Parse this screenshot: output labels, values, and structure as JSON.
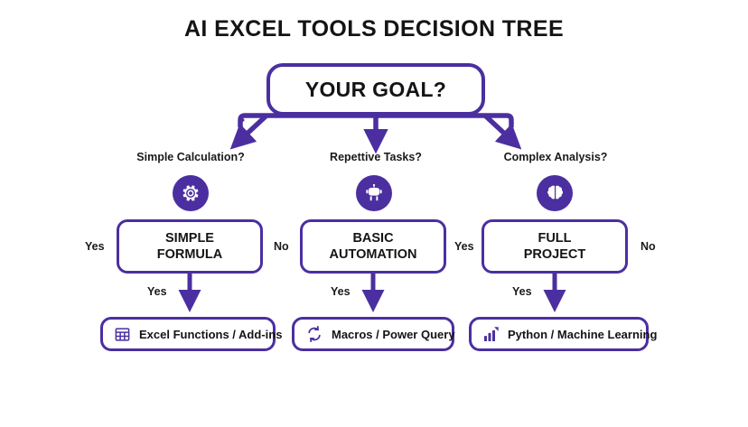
{
  "diagram": {
    "title": "AI EXCEL TOOLS DECISION TREE",
    "root": {
      "label": "YOUR GOAL?",
      "name": "root-node"
    },
    "accent_color": "#4B2FA0",
    "text_color": "#141414",
    "background": "#FFFFFF",
    "branches": [
      {
        "question": "Simple Calculation?",
        "icon": "gear-icon",
        "decision": "SIMPLE\nFORMULA",
        "decision_line1": "SIMPLE",
        "decision_line2": "FORMULA",
        "left_label": "Yes",
        "down_label": "Yes",
        "result": "Excel Functions / Add-ins",
        "result_icon": "table-grid-icon"
      },
      {
        "question": "Repettive Tasks?",
        "icon": "robot-icon",
        "decision": "BASIC\nAUTOMATION",
        "decision_line1": "BASIC",
        "decision_line2": "AUTOMATION",
        "left_label": "No",
        "down_label": "Yes",
        "result": "Macros / Power Query",
        "result_icon": "refresh-cycle-icon"
      },
      {
        "question": "Complex Analysis?",
        "icon": "brain-icon",
        "decision": "FULL\nPROJECT",
        "decision_line1": "FULL",
        "decision_line2": "PROJECT",
        "left_label": "Yes",
        "right_label": "No",
        "down_label": "Yes",
        "result": "Python / Machine Learning",
        "result_icon": "bar-chart-icon"
      }
    ]
  }
}
